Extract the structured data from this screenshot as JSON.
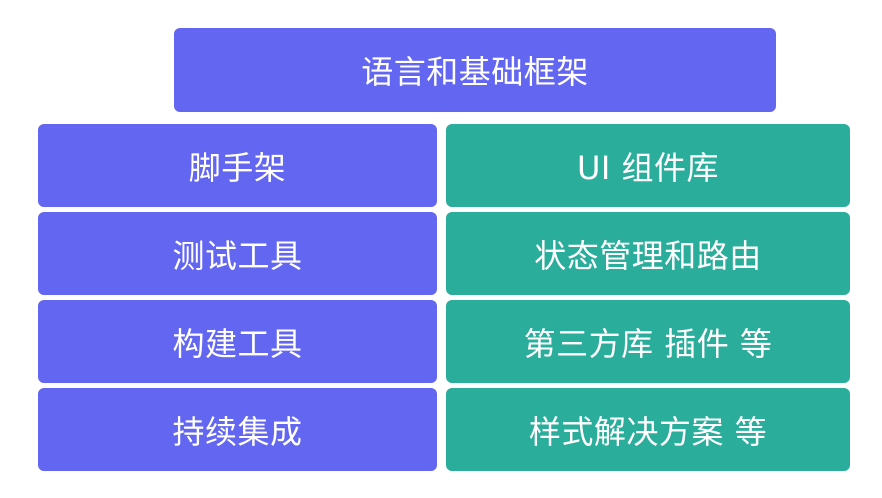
{
  "colors": {
    "primary": "#6366F1",
    "secondary": "#2BAD9B",
    "text": "#FFFFFF"
  },
  "top": {
    "label": "语言和基础框架"
  },
  "left_column": [
    {
      "label": "脚手架"
    },
    {
      "label": "测试工具"
    },
    {
      "label": "构建工具"
    },
    {
      "label": "持续集成"
    }
  ],
  "right_column": [
    {
      "label": "UI 组件库"
    },
    {
      "label": "状态管理和路由"
    },
    {
      "label": "第三方库 插件 等"
    },
    {
      "label": "样式解决方案 等"
    }
  ]
}
